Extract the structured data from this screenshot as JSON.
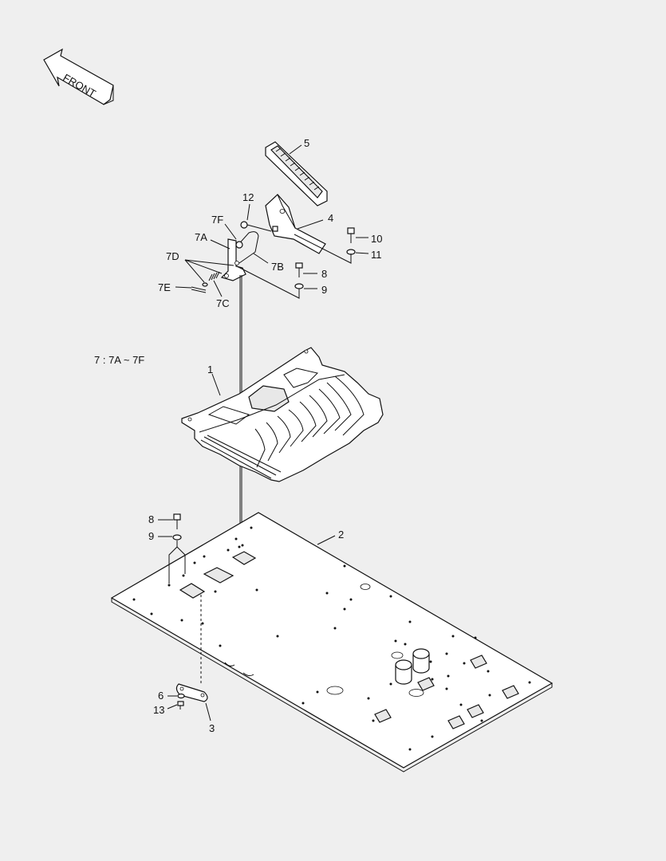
{
  "diagram": {
    "front_arrow_label": "FRONT",
    "legend": "7 : 7A ~ 7F",
    "callouts": {
      "c1": "1",
      "c2": "2",
      "c3": "3",
      "c4": "4",
      "c5": "5",
      "c6": "6",
      "c7a": "7A",
      "c7b": "7B",
      "c7c": "7C",
      "c7d": "7D",
      "c7e": "7E",
      "c7f": "7F",
      "c8a": "8",
      "c8b": "8",
      "c9a": "9",
      "c9b": "9",
      "c10": "10",
      "c11": "11",
      "c12": "12",
      "c13": "13"
    }
  }
}
